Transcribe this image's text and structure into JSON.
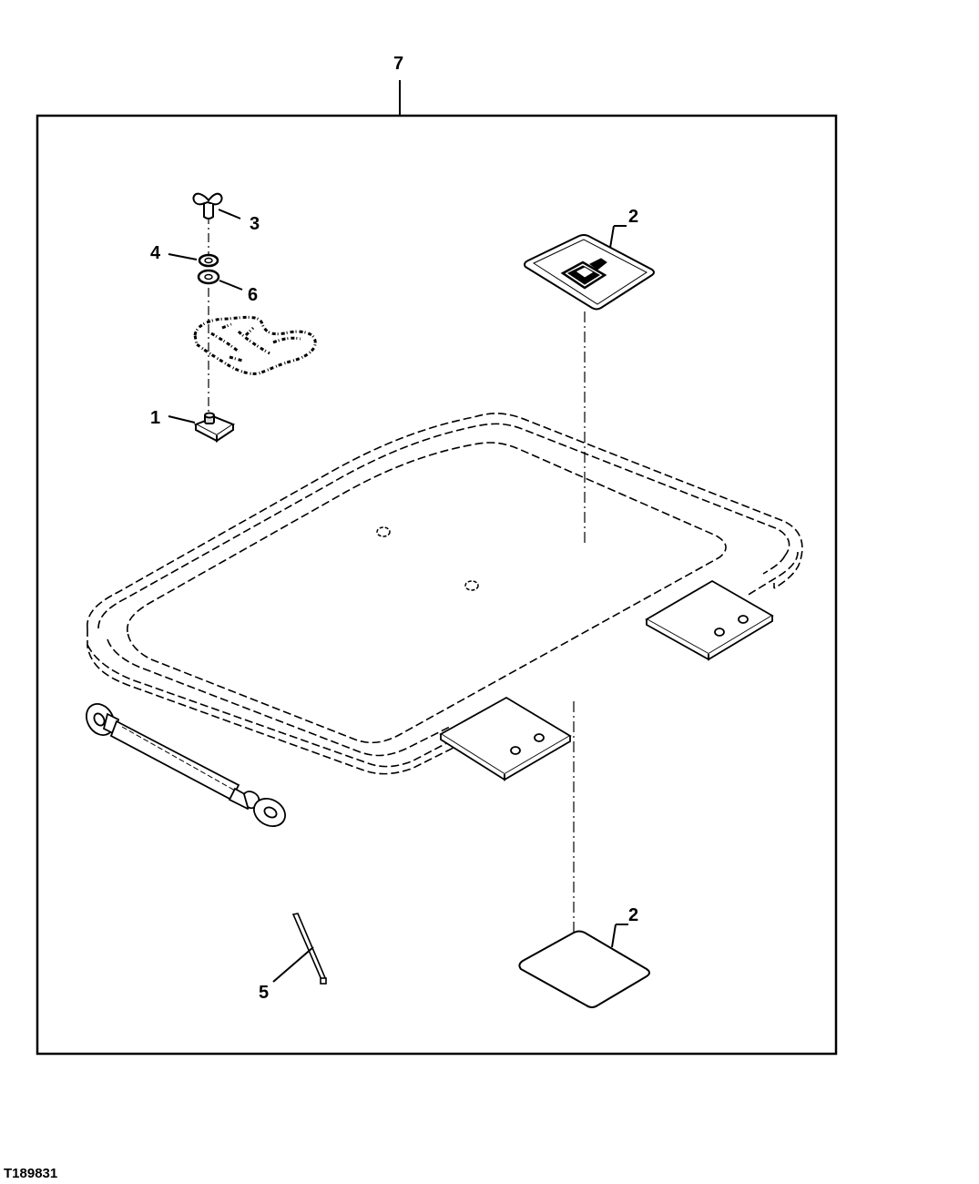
{
  "figure_id": "T189831",
  "callouts": {
    "assembly": "7",
    "nut_clip": "1",
    "decal_upper": "2",
    "decal_lower": "2",
    "wing_nut": "3",
    "washer_flat": "4",
    "cable_tie": "5",
    "washer_lock": "6"
  }
}
